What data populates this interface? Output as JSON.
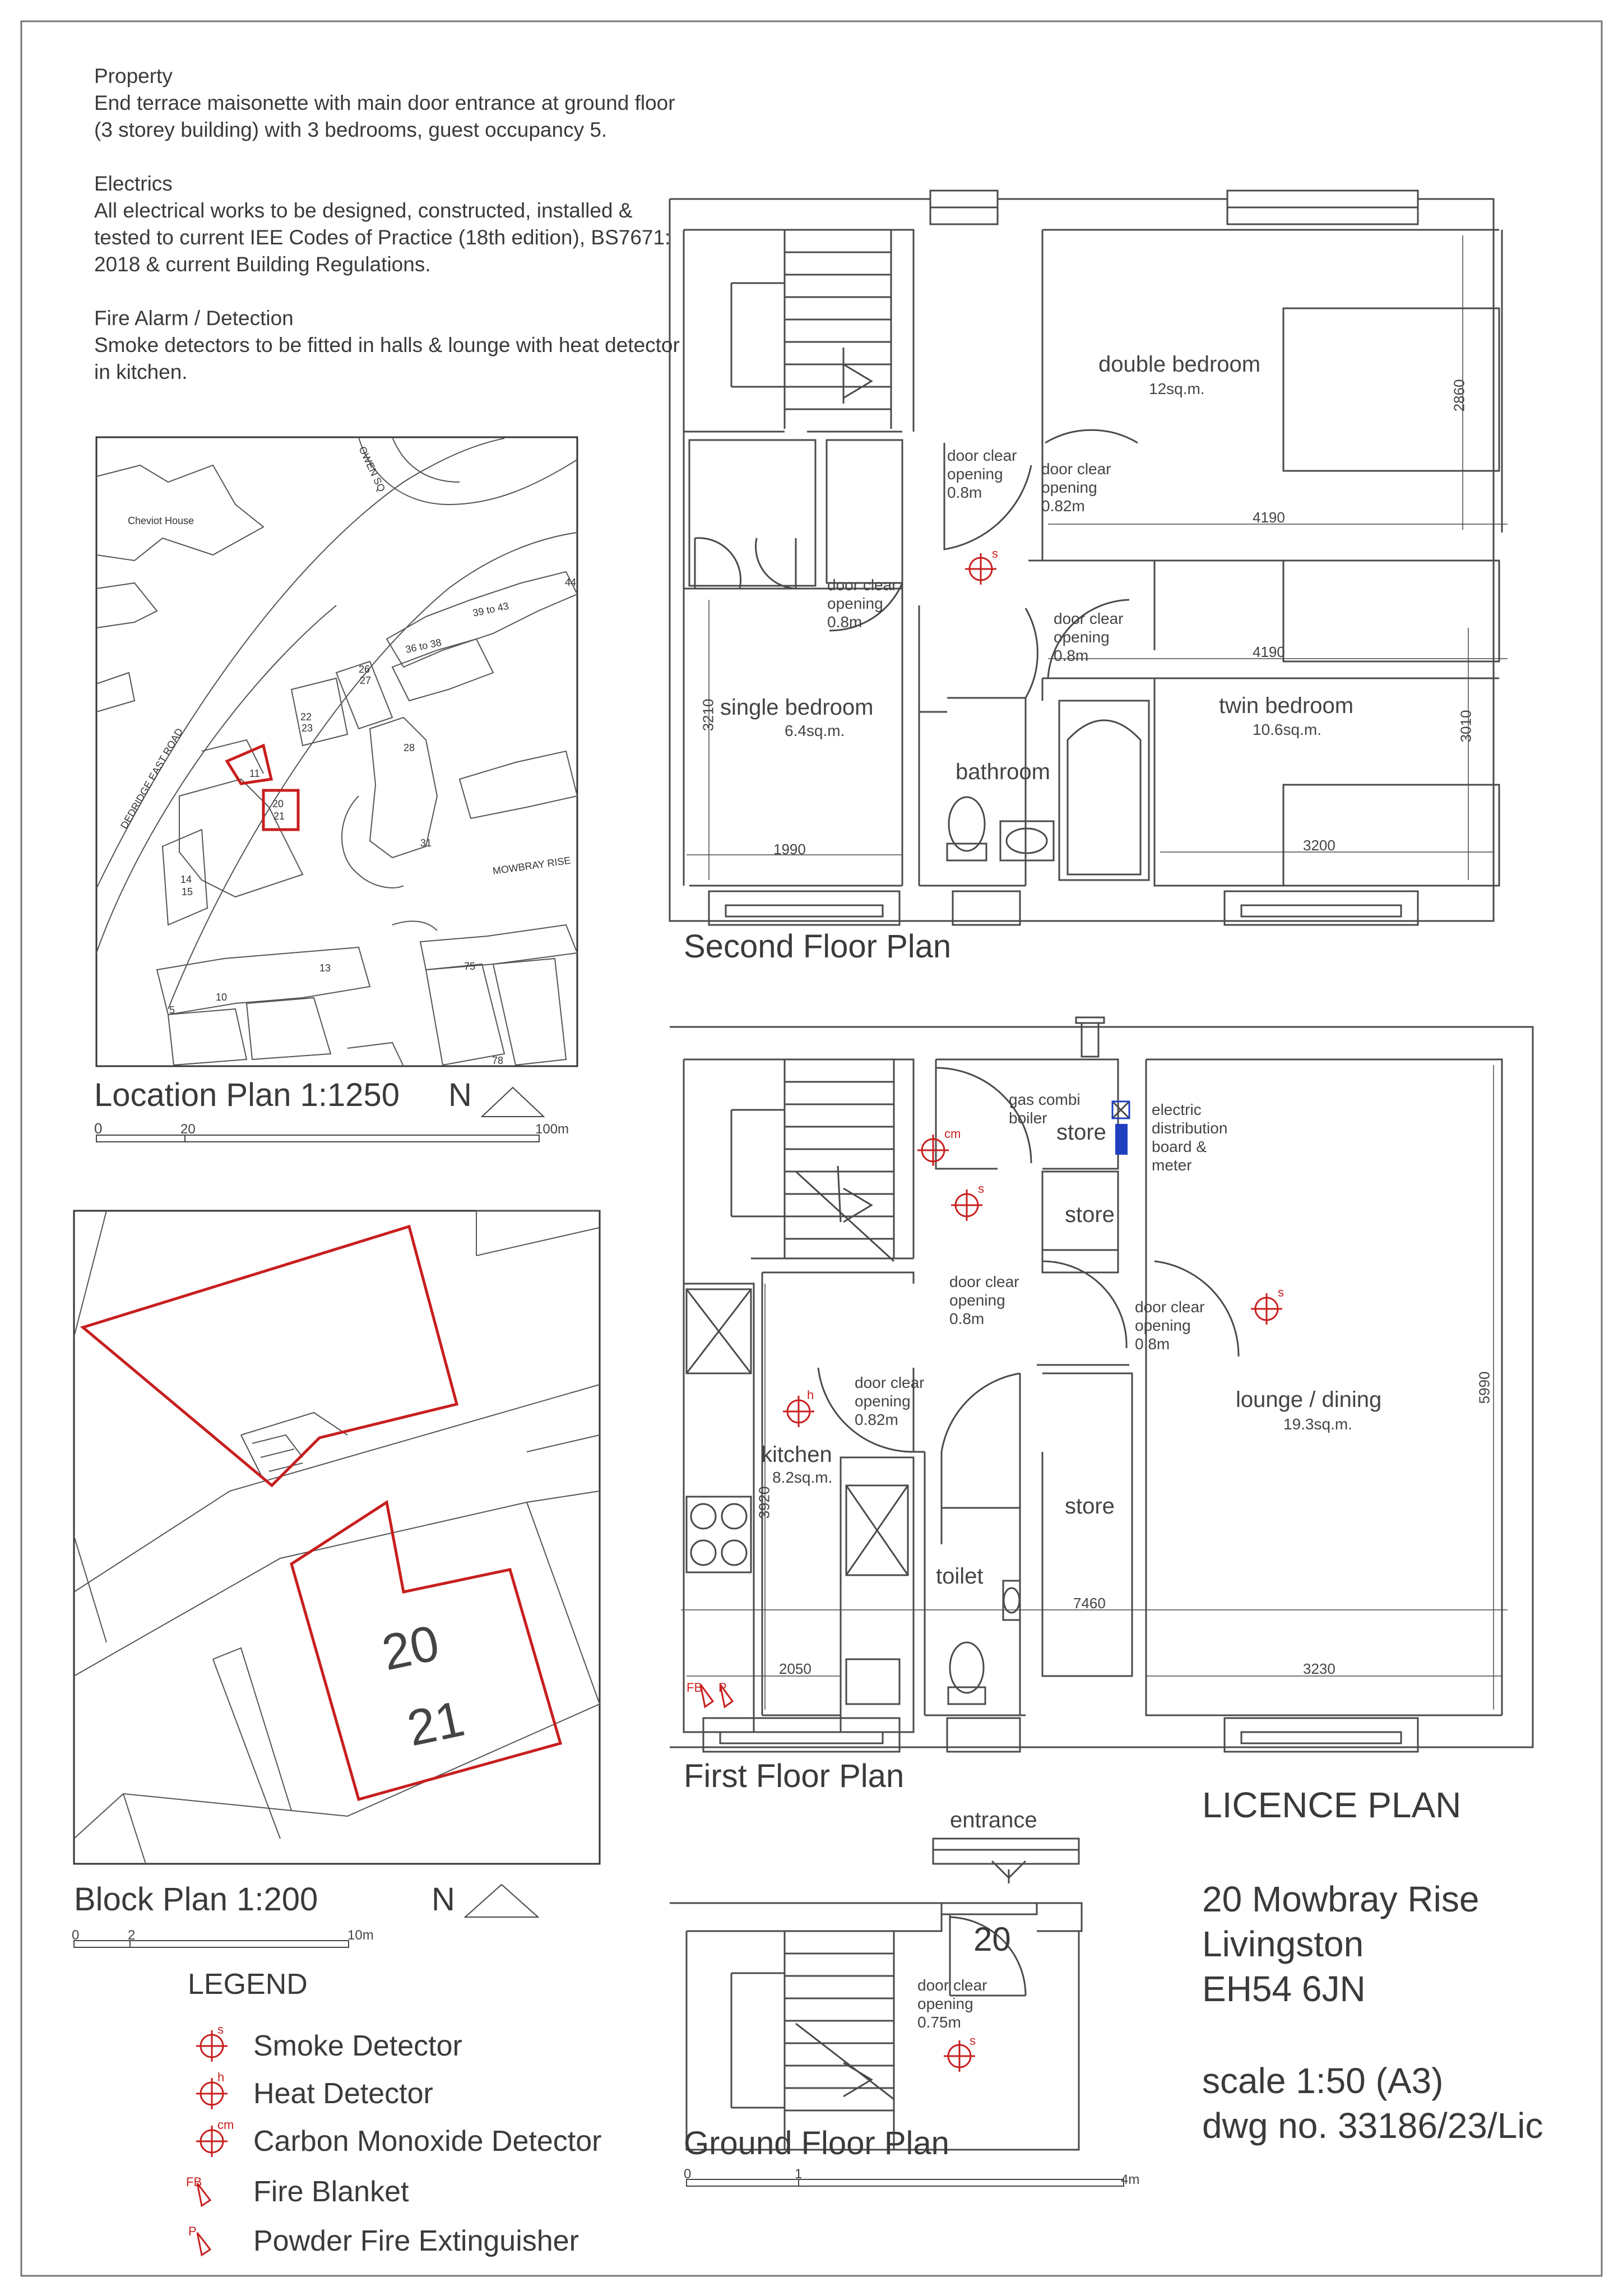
{
  "notes": {
    "property_heading": "Property",
    "property_text": "End terrace maisonette with main door entrance at ground floor (3 storey building) with 3 bedrooms, guest occupancy 5.",
    "electrics_heading": "Electrics",
    "electrics_text": "All electrical works to be designed, constructed, installed & tested to current IEE Codes of Practice (18th edition), BS7671: 2018 & current Building Regulations.",
    "fire_heading": "Fire Alarm / Detection",
    "fire_text": "Smoke detectors to be fitted in halls & lounge with heat detector in kitchen."
  },
  "location_plan": {
    "title": "Location Plan 1:1250",
    "north": "N",
    "scale_labels": [
      "0",
      "20",
      "100m"
    ],
    "map_labels": {
      "cheviot": "Cheviot House",
      "owen": "OWEN SQ",
      "dedridge": "DEDRIDGE EAST ROAD",
      "mowbray": "MOWBRAY RISE",
      "n39": "39 to 43",
      "n44": "44",
      "n36": "36 to 38",
      "n26": "26",
      "n27": "27",
      "n22": "22",
      "n23": "23",
      "n28": "28",
      "n31": "31",
      "n11": "11",
      "n20": "20",
      "n21": "21",
      "n14": "14",
      "n15": "15",
      "n13": "13",
      "n10": "10",
      "n5": "5",
      "n75": "75",
      "n78": "78"
    }
  },
  "block_plan": {
    "title": "Block Plan 1:200",
    "north": "N",
    "scale_labels": [
      "0",
      "2",
      "10m"
    ],
    "plot_labels": [
      "20",
      "21"
    ]
  },
  "legend": {
    "title": "LEGEND",
    "items": [
      {
        "label": "Smoke Detector",
        "tag": "s"
      },
      {
        "label": "Heat Detector",
        "tag": "h"
      },
      {
        "label": "Carbon Monoxide Detector",
        "tag": "cm"
      },
      {
        "label": "Fire Blanket",
        "tag": "FB"
      },
      {
        "label": "Powder Fire Extinguisher",
        "tag": "P"
      }
    ]
  },
  "second_floor": {
    "title": "Second Floor Plan",
    "double_bedroom": "double bedroom",
    "double_area": "12sq.m.",
    "twin_bedroom": "twin bedroom",
    "twin_area": "10.6sq.m.",
    "single_bedroom": "single bedroom",
    "single_area": "6.4sq.m.",
    "bathroom": "bathroom",
    "door_a": [
      "door clear",
      "opening",
      "0.8m"
    ],
    "door_b": [
      "door clear",
      "opening",
      "0.82m"
    ],
    "door_c": [
      "door clear",
      "opening",
      "0.8m"
    ],
    "door_d": [
      "door clear",
      "opening",
      "0.8m"
    ],
    "detector_tag": "s",
    "dims": {
      "d4190a": "4190",
      "d4190b": "4190",
      "d2860": "2860",
      "d3010": "3010",
      "d3210": "3210",
      "d1990": "1990",
      "d3200": "3200"
    }
  },
  "first_floor": {
    "title": "First Floor Plan",
    "gas_boiler": [
      "gas combi",
      "boiler"
    ],
    "store1": "store",
    "store2": "store",
    "store3": "store",
    "electric": [
      "electric",
      "distribution",
      "board &",
      "meter"
    ],
    "kitchen": "kitchen",
    "kitchen_area": "8.2sq.m.",
    "toilet": "toilet",
    "lounge": "lounge / dining",
    "lounge_area": "19.3sq.m.",
    "door_a": [
      "door clear",
      "opening",
      "0.8m"
    ],
    "door_b": [
      "door clear",
      "opening",
      "0.8m"
    ],
    "door_c": [
      "door clear",
      "opening",
      "0.82m"
    ],
    "tags": {
      "cm": "cm",
      "s1": "s",
      "s2": "s",
      "h": "h",
      "fb": "FB",
      "p": "P"
    },
    "dims": {
      "d7460": "7460",
      "d5990": "5990",
      "d3920": "3920",
      "d2050": "2050",
      "d3230": "3230"
    }
  },
  "ground_floor": {
    "title": "Ground Floor Plan",
    "entrance": "entrance",
    "number": "20",
    "door": [
      "door clear",
      "opening",
      "0.75m"
    ],
    "detector_tag": "s",
    "scale_labels": [
      "0",
      "1",
      "4m"
    ]
  },
  "title_block": {
    "licence": "LICENCE PLAN",
    "address1": "20 Mowbray Rise",
    "address2": "Livingston",
    "address3": "EH54 6JN",
    "scale": "scale 1:50 (A3)",
    "dwg": "dwg no. 33186/23/Lic"
  },
  "colors": {
    "line": "#4a4a4a",
    "red": "#c81e1e",
    "blue": "#1f3fbf"
  }
}
